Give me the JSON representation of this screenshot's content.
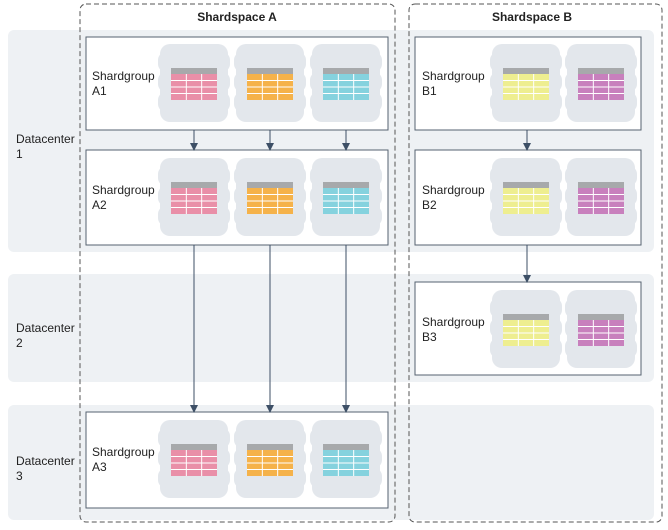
{
  "shardspaces": [
    {
      "title": "Shardspace A"
    },
    {
      "title": "Shardspace B"
    }
  ],
  "datacenters": [
    {
      "line1": "Datacenter",
      "line2": "1"
    },
    {
      "line1": "Datacenter",
      "line2": "2"
    },
    {
      "line1": "Datacenter",
      "line2": "3"
    }
  ],
  "shardgroups": [
    {
      "line1": "Shardgroup",
      "line2": "A1"
    },
    {
      "line1": "Shardgroup",
      "line2": "A2"
    },
    {
      "line1": "Shardgroup",
      "line2": "A3"
    },
    {
      "line1": "Shardgroup",
      "line2": "B1"
    },
    {
      "line1": "Shardgroup",
      "line2": "B2"
    },
    {
      "line1": "Shardgroup",
      "line2": "B3"
    }
  ],
  "colors": {
    "pink": "#e98fa8",
    "orange": "#f5b24a",
    "cyan": "#85d2de",
    "yellow": "#eeee90",
    "purple": "#c880bd",
    "band": "#eef1f4",
    "db_shape": "#e3e7ec",
    "table_header": "#a7a9ab",
    "arrow": "#3d4f66"
  }
}
